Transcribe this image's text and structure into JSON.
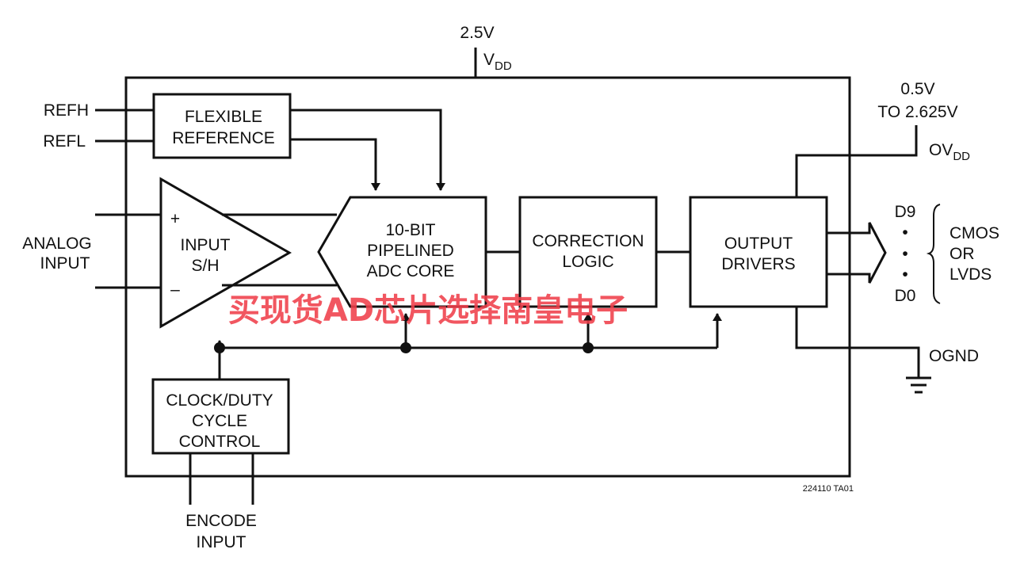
{
  "supply": {
    "vdd_voltage": "2.5V",
    "vdd_label": "V",
    "vdd_sub": "DD"
  },
  "ovdd": {
    "range_line1": "0.5V",
    "range_line2": "TO 2.625V",
    "label": "OV",
    "sub": "DD"
  },
  "pins": {
    "refh": "REFH",
    "refl": "REFL",
    "analog_line1": "ANALOG",
    "analog_line2": "INPUT",
    "encode_line1": "ENCODE",
    "encode_line2": "INPUT",
    "ognd": "OGND"
  },
  "blocks": {
    "reference": [
      "FLEXIBLE",
      "REFERENCE"
    ],
    "sample_hold": [
      "INPUT",
      "S/H"
    ],
    "sh_plus": "+",
    "sh_minus": "–",
    "adc_core": [
      "10-BIT",
      "PIPELINED",
      "ADC CORE"
    ],
    "correction": [
      "CORRECTION",
      "LOGIC"
    ],
    "output_drivers": [
      "OUTPUT",
      "DRIVERS"
    ],
    "clock": [
      "CLOCK/DUTY",
      "CYCLE",
      "CONTROL"
    ]
  },
  "outputs": {
    "msb": "D9",
    "lsb": "D0",
    "dot": "•",
    "mode_line1": "CMOS",
    "mode_line2": "OR",
    "mode_line3": "LVDS"
  },
  "figure_id": "224110 TA01",
  "watermark": "买现货AD芯片选择南皇电子",
  "colors": {
    "line": "#111111",
    "watermark": "#ef3f4a"
  }
}
